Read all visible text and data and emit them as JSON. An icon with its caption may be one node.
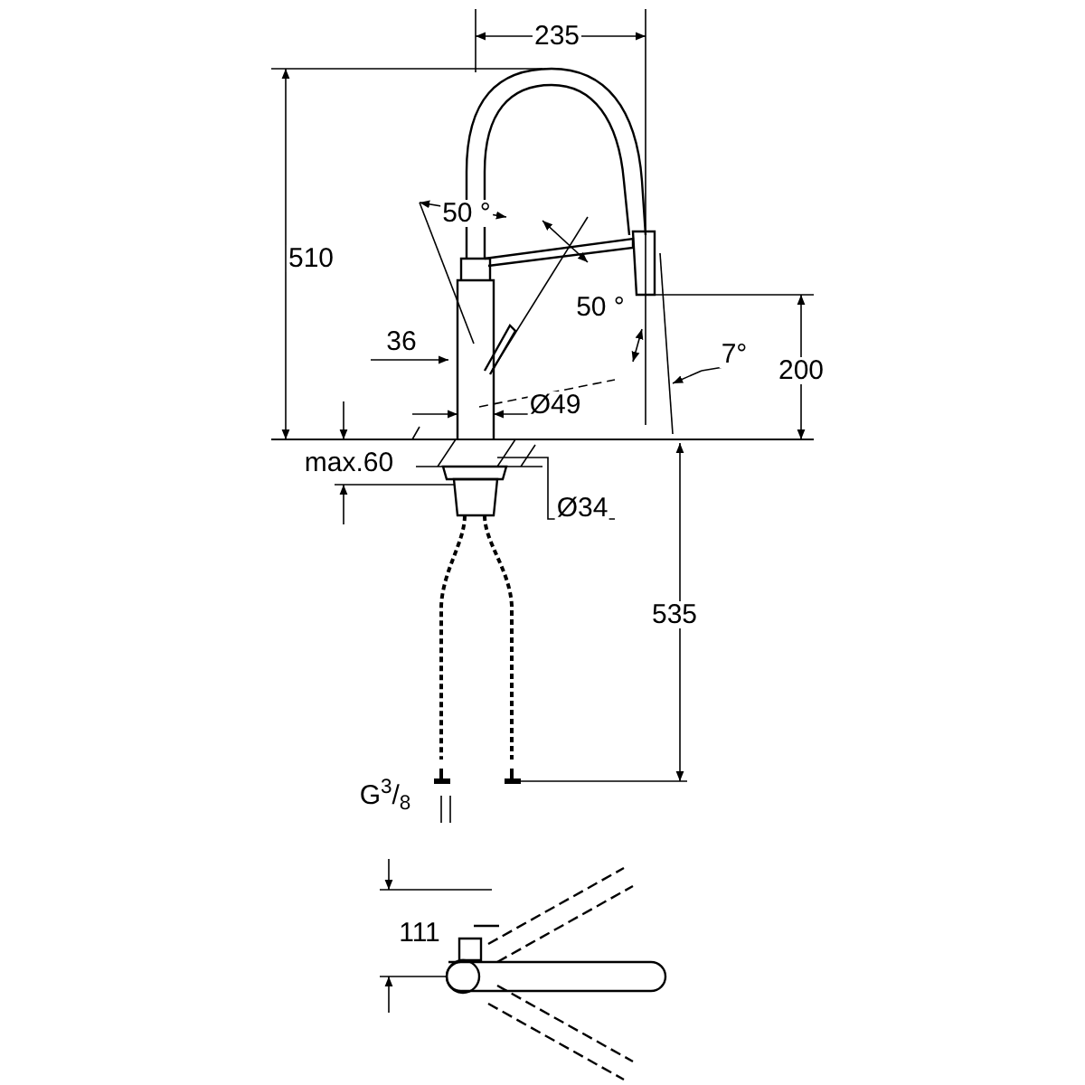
{
  "diagram": {
    "labels": [
      "235",
      "510",
      "50 °",
      "50 °",
      "36",
      "7°",
      "200",
      "Ø49",
      "max.60",
      "Ø34",
      "535",
      "G$^{3}$/$_{8}$",
      "111"
    ]
  }
}
